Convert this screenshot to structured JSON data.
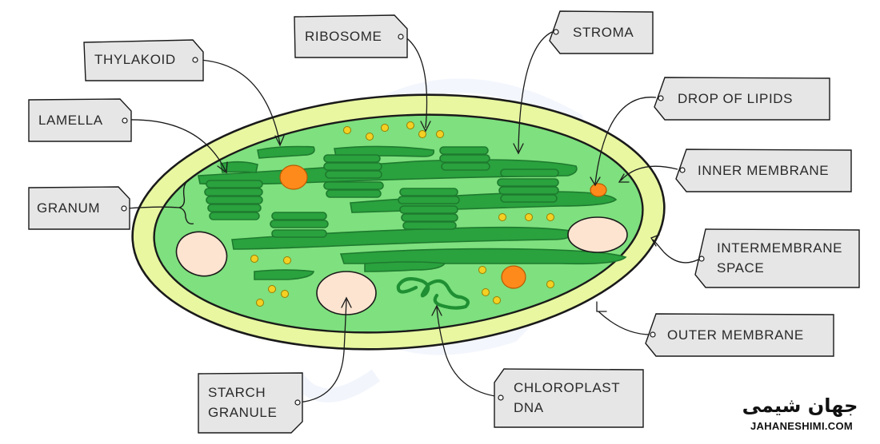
{
  "labels": {
    "thylakoid": "THYLAKOID",
    "ribosome": "RIBOSOME",
    "stroma": "STROMA",
    "drop_of_lipids": "DROP  OF  LIPIDS",
    "lamella": "LAMELLA",
    "inner_membrane": "INNER  MEMBRANE",
    "granum": "GRANUM",
    "intermembrane_space": "INTERMEMBRANE\nSPACE",
    "outer_membrane": "OUTER  MEMBRANE",
    "starch_granule": "STARCH\nGRANULE",
    "chloroplast_dna": "CHLOROPLAST\nDNA"
  },
  "watermark": {
    "persian": "جهان شیمی",
    "site": "JAHANESHIMI.COM"
  },
  "colors": {
    "outer_membrane": "#e8f7a0",
    "stroma": "#7ee07e",
    "thylakoid": "#2aa23e",
    "thylakoid_dark": "#1e7a2e",
    "lipid": "#ff8a1c",
    "ribosome": "#f3d023",
    "starch": "#fce4d0",
    "dna": "#1f8f33",
    "tag_fill": "#e6e6e6",
    "outline": "#1a1a1a"
  }
}
